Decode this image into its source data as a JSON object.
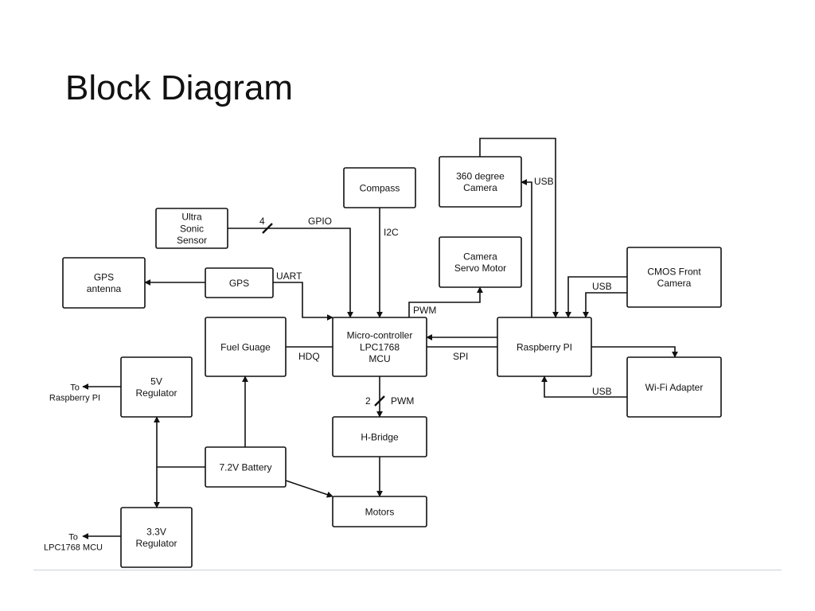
{
  "title": "Block Diagram",
  "colors": {
    "stroke": "#111111",
    "text": "#111111",
    "footer_rule": "#c9d3e0",
    "background": "#ffffff"
  },
  "blocks": {
    "ultrasonic": [
      "Ultra",
      "Sonic",
      "Sensor"
    ],
    "compass": [
      "Compass"
    ],
    "camera360": [
      "360 degree",
      "Camera"
    ],
    "servo": [
      "Camera",
      "Servo Motor"
    ],
    "gps_antenna": [
      "GPS",
      "antenna"
    ],
    "gps": [
      "GPS"
    ],
    "cmos": [
      "CMOS Front",
      "Camera"
    ],
    "fuel": [
      "Fuel Guage"
    ],
    "mcu": [
      "Micro-controller",
      "LPC1768",
      "MCU"
    ],
    "rpi": [
      "Raspberry PI"
    ],
    "wifi": [
      "Wi-Fi Adapter"
    ],
    "reg5": [
      "5V",
      "Regulator"
    ],
    "hbridge": [
      "H-Bridge"
    ],
    "battery": [
      "7.2V Battery"
    ],
    "motors": [
      "Motors"
    ],
    "reg33": [
      "3.3V",
      "Regulator"
    ]
  },
  "labels": {
    "bus_width_4": "4",
    "gpio": "GPIO",
    "i2c": "I2C",
    "usb_360": "USB",
    "uart": "UART",
    "pwm_servo": "PWM",
    "usb_cmos": "USB",
    "hdq": "HDQ",
    "spi": "SPI",
    "usb_wifi": "USB",
    "bus_width_2": "2",
    "pwm_hbridge": "PWM",
    "to_rpi": [
      "To",
      "Raspberry PI"
    ],
    "to_lpc": [
      "To",
      "LPC1768 MCU"
    ]
  }
}
